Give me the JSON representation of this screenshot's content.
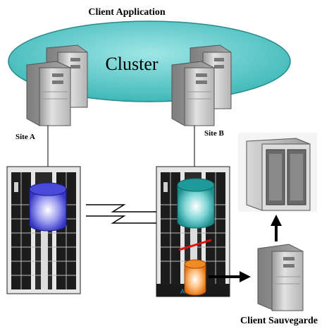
{
  "labels": {
    "title": "Client Application",
    "cluster": "Cluster",
    "site_a": "Site A",
    "site_b": "Site B",
    "backup_client": "Client Sauvegarde",
    "volume_marker": "A"
  },
  "colors": {
    "cluster_fill": "#4ec6c6",
    "server_body": "#c4c4c4",
    "volume_a": "#3b3bd6",
    "volume_b": "#1f9a9a",
    "volume_backup": "#f08a24",
    "split_line": "#e01010"
  },
  "icons": {
    "cluster": "cluster-ellipse-icon",
    "server": "server-tower-icon",
    "storage": "storage-array-icon",
    "tape_library": "tape-library-icon",
    "link": "lightning-link-icon",
    "arrow": "arrow-icon"
  }
}
